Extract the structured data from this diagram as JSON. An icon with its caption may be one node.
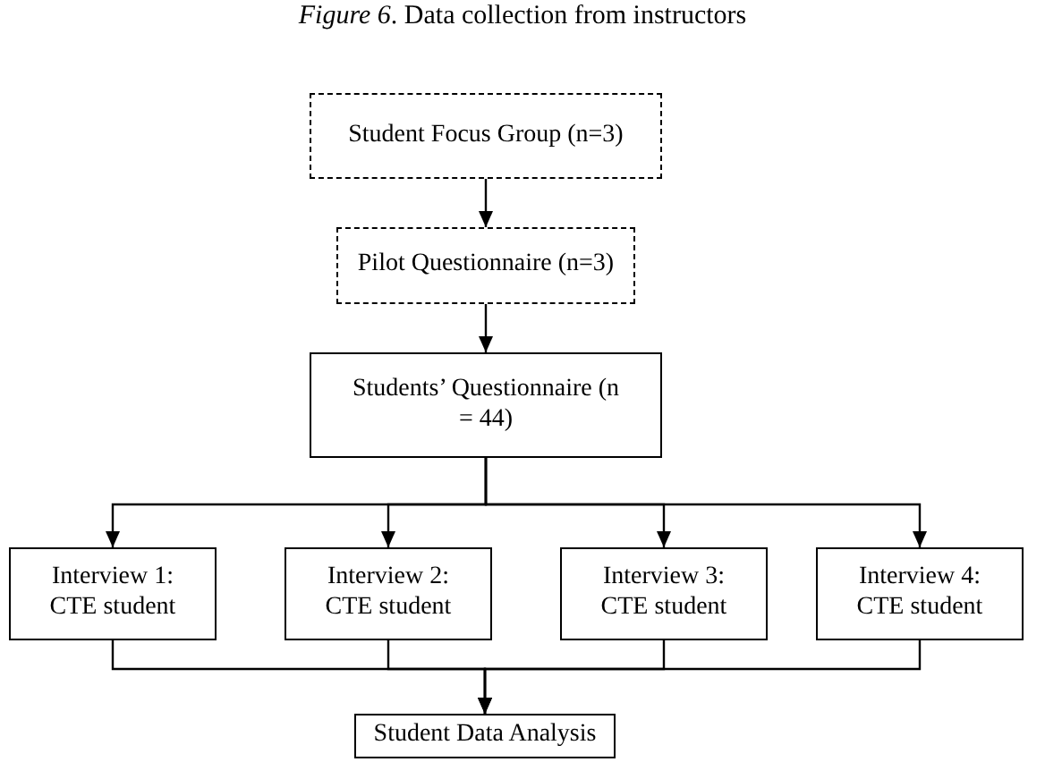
{
  "diagram": {
    "title": "*Figure 6*. Data collection from instructors",
    "nodes": [
      {
        "text": [
          "Student Focus Group (n=3)"
        ]
      },
      {
        "text": [
          "Pilot Questionnaire (n=3)"
        ]
      },
      {
        "text": [
          "Students’ Questionnaire (n = 44)"
        ]
      },
      {
        "text": [
          "Interview 1: CTE student"
        ]
      },
      {
        "text": [
          "Interview 2: CTE student"
        ]
      },
      {
        "text": [
          "Interview 3: CTE student"
        ]
      },
      {
        "text": [
          "Interview 4: CTE student"
        ]
      },
      {
        "text": [
          "Student Data Analysis"
        ]
      }
    ],
    "edges": [
      {
        "from": 0,
        "to": 1,
        "arrow": "to"
      },
      {
        "from": 1,
        "to": 2,
        "arrow": "to"
      },
      {
        "from": 2,
        "to": 3,
        "arrow": "to"
      },
      {
        "from": 2,
        "to": 4,
        "arrow": "to"
      },
      {
        "from": 2,
        "to": 5,
        "arrow": "to"
      },
      {
        "from": 2,
        "to": 6,
        "arrow": "to"
      },
      {
        "from": 3,
        "to": 7,
        "arrow": "to"
      },
      {
        "from": 4,
        "to": 7,
        "arrow": "to"
      },
      {
        "from": 5,
        "to": 7,
        "arrow": "to"
      },
      {
        "from": 6,
        "to": 7,
        "arrow": "to"
      }
    ]
  }
}
